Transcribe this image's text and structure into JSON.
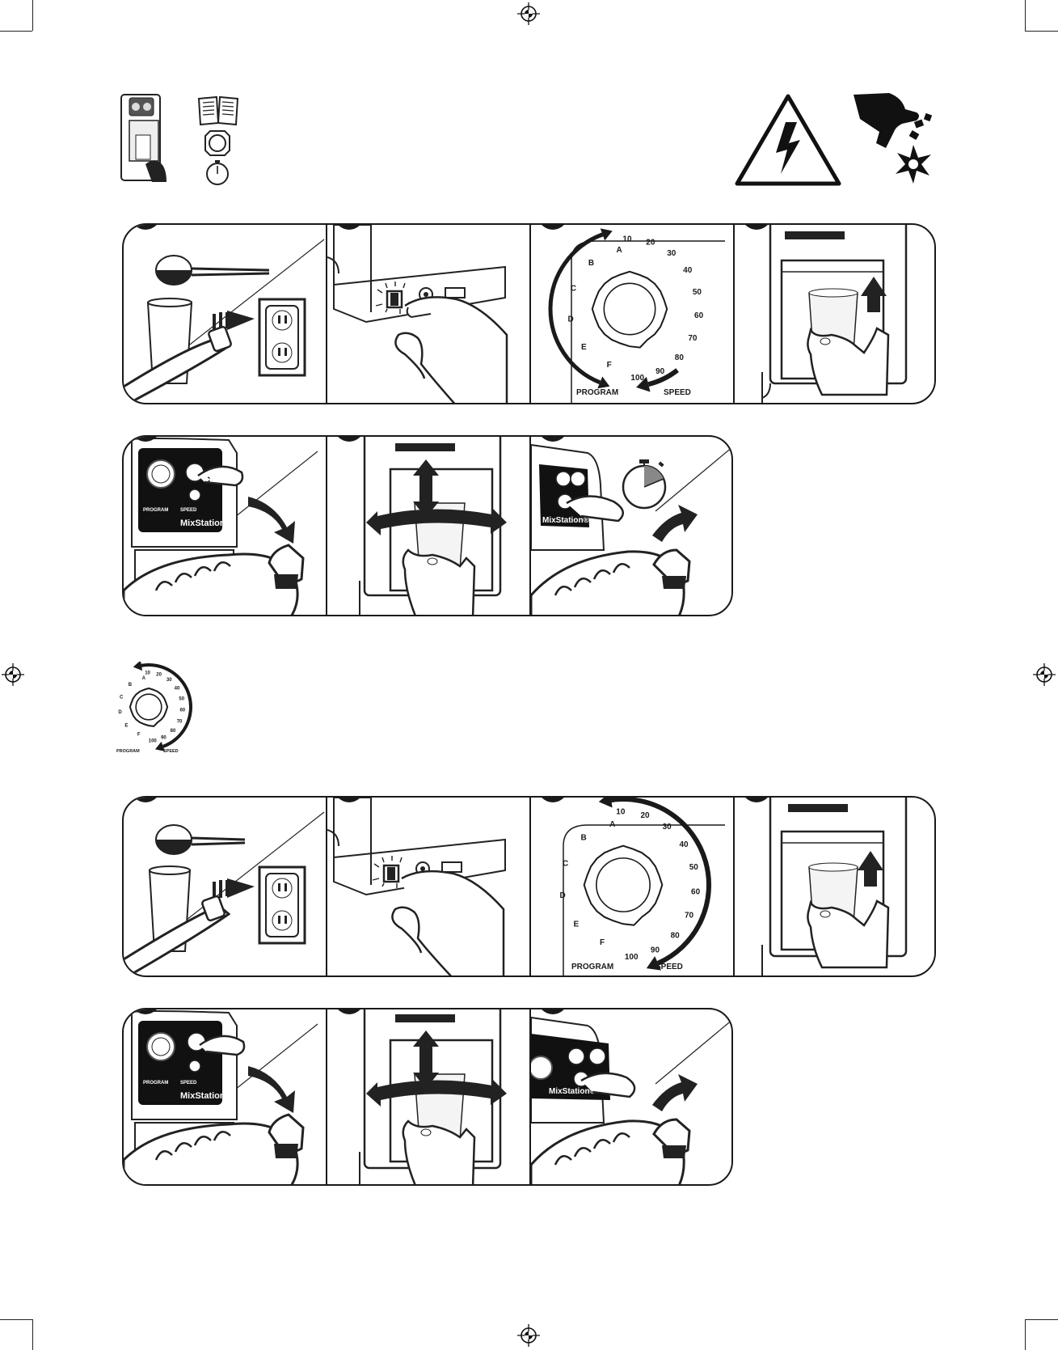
{
  "dial": {
    "program_letters": [
      "A",
      "B",
      "C",
      "D",
      "E",
      "F"
    ],
    "speed_numbers": [
      "10",
      "20",
      "30",
      "40",
      "50",
      "60",
      "70",
      "80",
      "90",
      "100"
    ],
    "program_label": "PROGRAM",
    "speed_label": "SPEED"
  },
  "brand": {
    "name": "MixStation®"
  },
  "sections": [
    {
      "id": "program-mode",
      "steps": 7
    },
    {
      "id": "speed-mode",
      "steps": 7
    }
  ]
}
